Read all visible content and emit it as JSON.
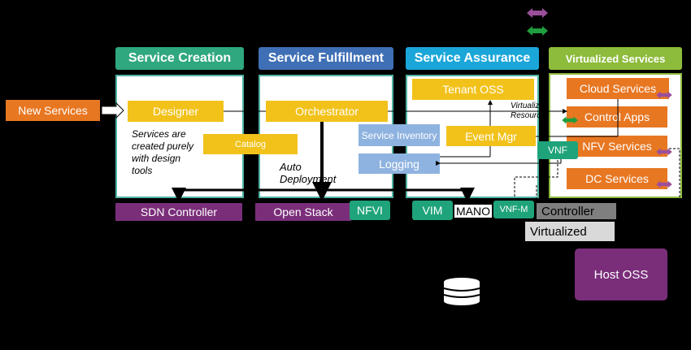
{
  "headers": {
    "creation": "Service Creation",
    "fulfillment": "Service Fulfillment",
    "assurance": "Service Assurance",
    "virtualized": "Virtualized Services"
  },
  "creation": {
    "designer": "Designer",
    "catalog": "Catalog",
    "note": "Services are created purely with design tools"
  },
  "fulfillment": {
    "orchestrator": "Orchestrator",
    "auto_deployment": "Auto Deployment"
  },
  "assurance": {
    "tenant_oss": "Tenant OSS",
    "service_inventory": "Service Inventory",
    "event_mgr": "Event Mgr",
    "logging": "Logging",
    "virtualized_resources": "Virtualized Resources"
  },
  "virtualized_services": {
    "cloud_services": "Cloud Services",
    "control_apps": "Control Apps",
    "nfv_services": "NFV Services",
    "dc_services": "DC Services",
    "vnf": "VNF"
  },
  "bottom": {
    "sdn_controller": "SDN Controller",
    "open_stack": "Open Stack",
    "nfvi": "NFVI",
    "vim": "VIM",
    "mano": "MANO",
    "vnf_m": "VNF-M",
    "controller": "Controller",
    "virtualized": "Virtualized",
    "host_oss": "Host OSS"
  },
  "new_services": "New Services",
  "colors": {
    "green_header": "#2fa77f",
    "blue_header": "#3f6fb5",
    "cyan_header": "#1aa6d9",
    "lime_header": "#8dbb3c",
    "yellow": "#f2c21b",
    "orange": "#e87722",
    "purple": "#7a2e7a",
    "teal": "#1fa37a",
    "light_blue": "#8fb3e0"
  },
  "icons": [
    "purple-double-arrow-icon",
    "green-double-arrow-icon",
    "database-icon"
  ]
}
